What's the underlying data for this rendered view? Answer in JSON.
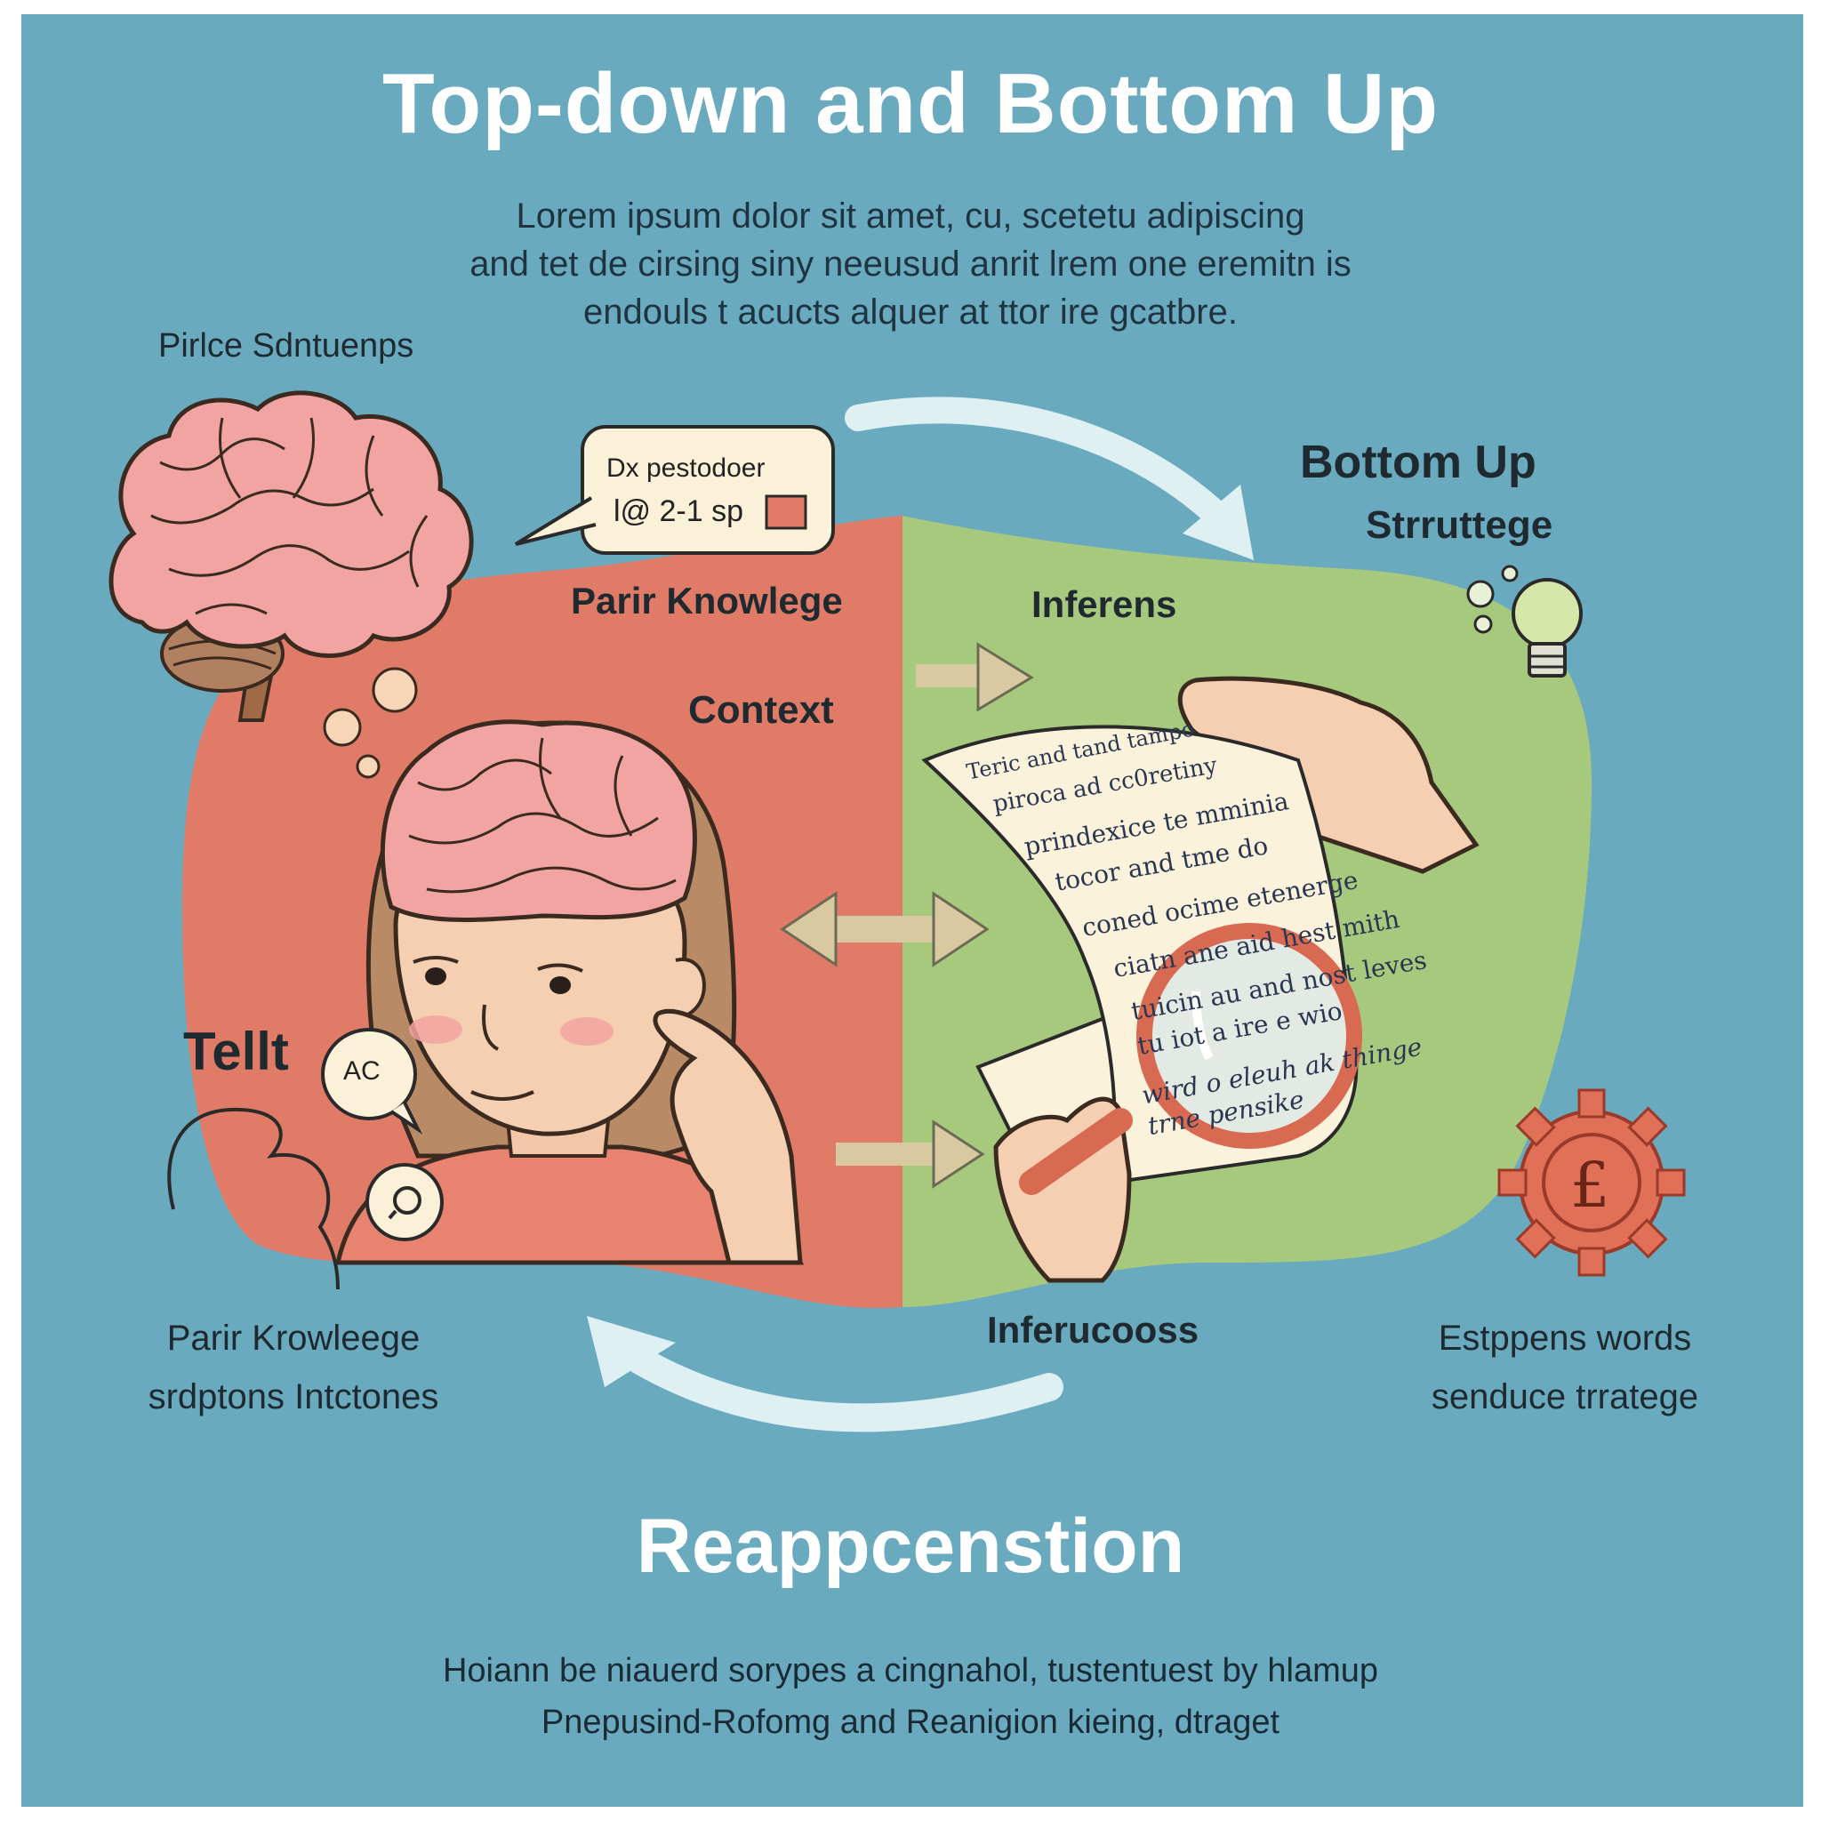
{
  "title": "Top-down and Bottom Up",
  "intro": {
    "line1": "Lorem ipsum dolor sit amet, cu, scetetu adipiscing",
    "line2": "and tet de cirsing siny neeusud anrit lrem one eremitn is",
    "line3": "endouls t acucts alquer at ttor ire gcatbre."
  },
  "left": {
    "heading": "Pirlce Sdntuenps",
    "bubble": {
      "line1": "Dx pestodoer",
      "line2": "l@ 2-1 sp"
    },
    "prior_knowledge": "Parir Knowlege",
    "context": "Context",
    "tellt": "Tellt",
    "ac_bubble": "AC",
    "bottom_label_1": "Parir Krowleege",
    "bottom_label_2": "srdptons Intctones"
  },
  "right": {
    "heading": "Bottom Up",
    "subheading": "Strruttege",
    "inferens": "Inferens",
    "document_lines": [
      "Teric and tand tampo",
      "piroca ad cc0retiny",
      "prindexice te mminia",
      "tocor and tme do",
      "coned ocime etenerge",
      "ciatn ane aid hest mith",
      "tuicin au and  nost leves",
      "tu iot a   ire e wio",
      "wird o   eleuh ak thinge",
      "       trne pensike"
    ],
    "center_label": "Inferucooss",
    "bottom_label_1": "Estppens words",
    "bottom_label_2": "senduce trratege",
    "gear_symbol": "£"
  },
  "heading2": "Reappcenstion",
  "closing": {
    "line1": "Hoiann be niauerd sorypes a cingnahol, tustentuest by hlamup",
    "line2": "Pnepusind-Rofomg and Reanigion kieing, dtraget"
  },
  "icons": {
    "brain": "brain-icon",
    "lightbulb": "lightbulb-icon",
    "gear": "gear-icon",
    "magnifier": "magnifying-glass-icon",
    "document": "document-icon"
  },
  "colors": {
    "background": "#6aaabf",
    "left_panel": "#e07b68",
    "right_panel": "#a7c97e",
    "title_text": "#ffffff",
    "brain": "#f0a0a0"
  }
}
